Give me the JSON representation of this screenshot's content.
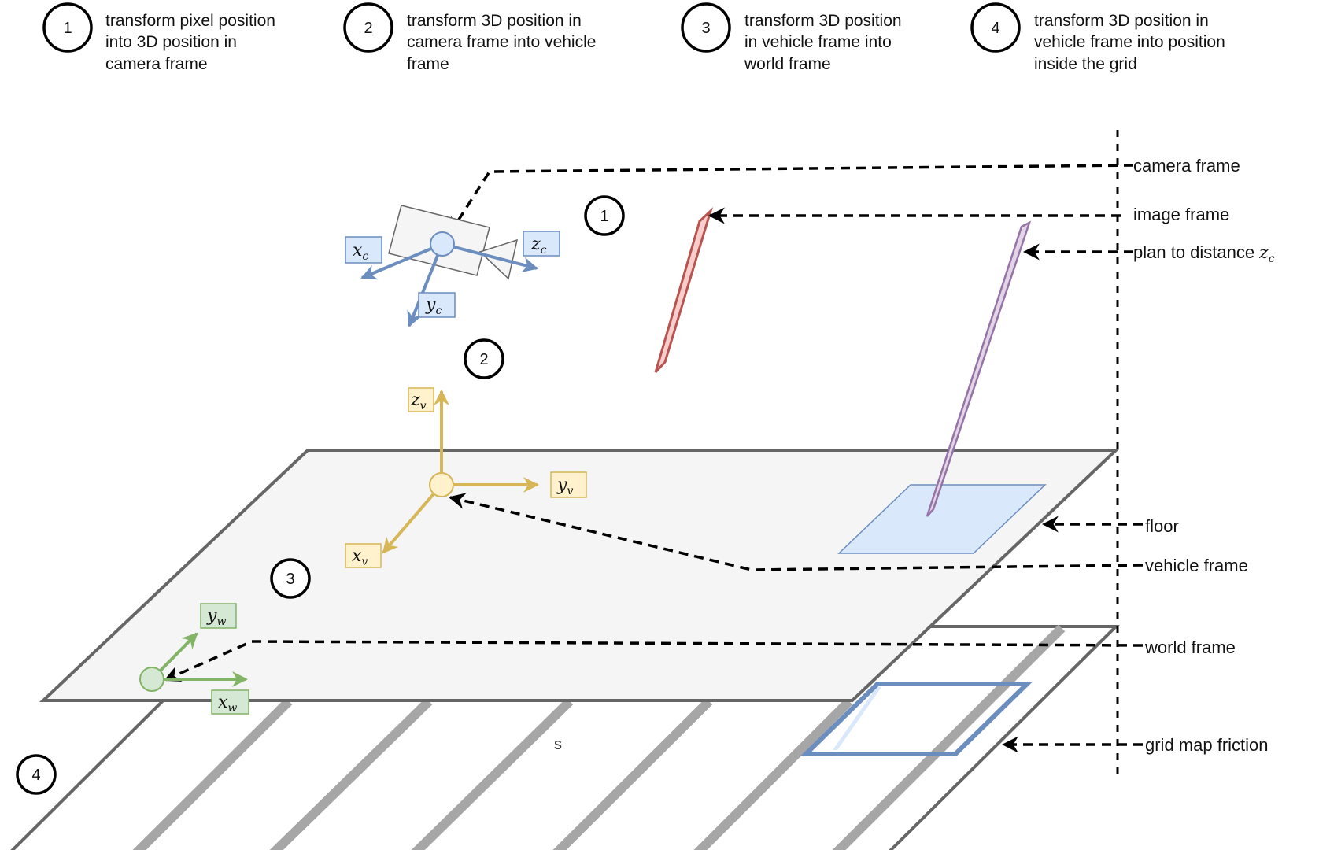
{
  "steps": [
    {
      "number": "1",
      "lines": [
        "transform pixel position",
        "into 3D position in",
        "camera frame"
      ]
    },
    {
      "number": "2",
      "lines": [
        "transform 3D position in",
        "camera frame into vehicle",
        "frame"
      ]
    },
    {
      "number": "3",
      "lines": [
        "transform 3D position",
        "in vehicle frame into",
        "world frame"
      ]
    },
    {
      "number": "4",
      "lines": [
        "transform 3D position in",
        "vehicle frame into position",
        "inside the grid"
      ]
    }
  ],
  "side_labels": {
    "camera_frame": "camera frame",
    "image_frame": "image frame",
    "plan_to_distance": "plan to distance",
    "plan_symbol": "z",
    "plan_symbol_sub": "c",
    "floor": "floor",
    "vehicle_frame": "vehicle frame",
    "world_frame": "world frame",
    "grid_map_friction": "grid map friction"
  },
  "diagram_markers": {
    "m1": "1",
    "m2": "2",
    "m3": "3",
    "m4": "4"
  },
  "axes": {
    "xc": {
      "main": "x",
      "sub": "c"
    },
    "yc": {
      "main": "y",
      "sub": "c"
    },
    "zc": {
      "main": "z",
      "sub": "c"
    },
    "xv": {
      "main": "x",
      "sub": "v"
    },
    "yv": {
      "main": "y",
      "sub": "v"
    },
    "zv": {
      "main": "z",
      "sub": "v"
    },
    "xw": {
      "main": "x",
      "sub": "w"
    },
    "yw": {
      "main": "y",
      "sub": "w"
    }
  },
  "grid_letter": "s",
  "colors": {
    "camera_axis": "#6c8ebf",
    "camera_fill": "#dae8fc",
    "vehicle_axis": "#d6b656",
    "vehicle_fill": "#fff2cc",
    "world_axis": "#82b366",
    "world_fill": "#d5e8d4",
    "image_plane": "#b85450",
    "distance_plane": "#9673a6",
    "floor_fill": "#f5f5f5",
    "outline": "#666666",
    "grid_stripe": "#a6a6a6"
  }
}
